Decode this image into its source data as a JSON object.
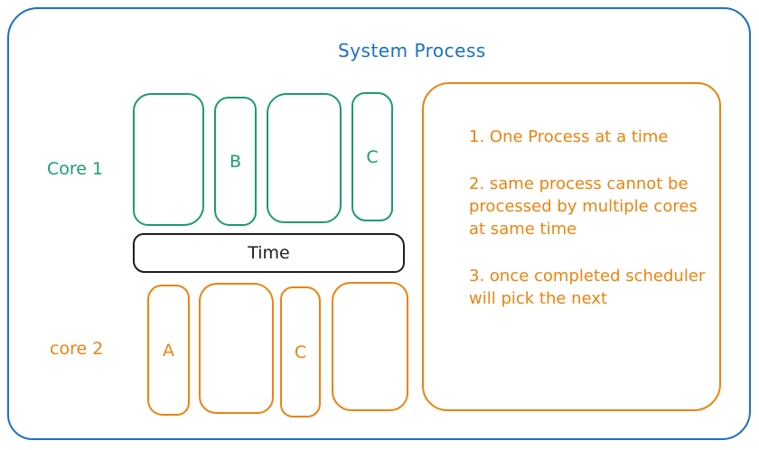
{
  "title": "System Process",
  "colors": {
    "blue": "#1971c2",
    "green": "#1d9a72",
    "orange": "#ec830f",
    "ink": "#1e1e1e"
  },
  "core1": {
    "label": "Core 1",
    "blocks": [
      {
        "label": ""
      },
      {
        "label": "B"
      },
      {
        "label": ""
      },
      {
        "label": "C"
      }
    ]
  },
  "time_bar": {
    "label": "Time"
  },
  "core2": {
    "label": "core 2",
    "blocks": [
      {
        "label": "A"
      },
      {
        "label": ""
      },
      {
        "label": "C"
      },
      {
        "label": ""
      }
    ]
  },
  "notes": {
    "items": [
      {
        "lines": [
          "1. One Process at a time"
        ]
      },
      {
        "lines": [
          "2. same process cannot be",
          "processed by multiple cores",
          "at same time"
        ]
      },
      {
        "lines": [
          "3. once completed scheduler",
          "will pick the next"
        ]
      }
    ]
  }
}
